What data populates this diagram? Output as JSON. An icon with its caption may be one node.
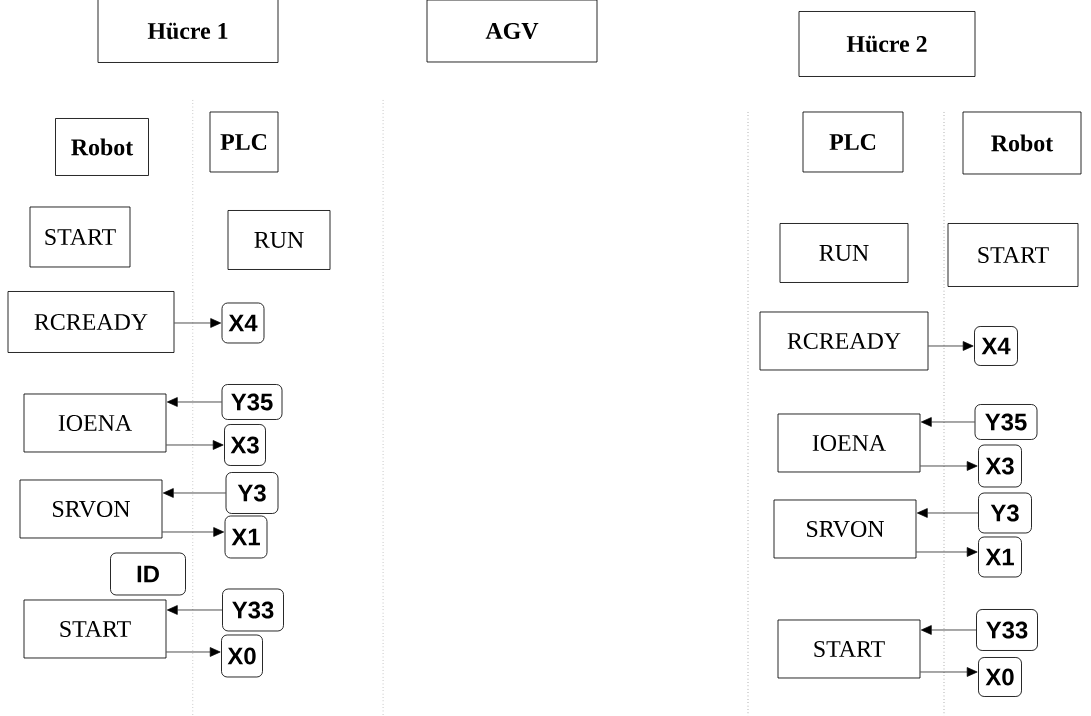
{
  "diagram": {
    "nodes": [
      {
        "text": [
          "Hücre 1"
        ]
      },
      {
        "text": [
          "AGV"
        ]
      },
      {
        "text": [
          "Hücre 2"
        ]
      },
      {
        "text": [
          "Robot"
        ]
      },
      {
        "text": [
          "PLC"
        ]
      },
      {
        "text": [
          "START"
        ]
      },
      {
        "text": [
          "RUN"
        ]
      },
      {
        "text": [
          "RCREADY"
        ]
      },
      {
        "text": [
          "X4"
        ]
      },
      {
        "text": [
          "IOENA"
        ]
      },
      {
        "text": [
          "Y35"
        ]
      },
      {
        "text": [
          "X3"
        ]
      },
      {
        "text": [
          "SRVON"
        ]
      },
      {
        "text": [
          "Y3"
        ]
      },
      {
        "text": [
          "X1"
        ]
      },
      {
        "text": [
          "ID"
        ]
      },
      {
        "text": [
          "Y33"
        ]
      },
      {
        "text": [
          "START"
        ]
      },
      {
        "text": [
          "X0"
        ]
      },
      {
        "text": [
          "PLC"
        ]
      },
      {
        "text": [
          "Robot"
        ]
      },
      {
        "text": [
          "RUN"
        ]
      },
      {
        "text": [
          "START"
        ]
      },
      {
        "text": [
          "RCREADY"
        ]
      },
      {
        "text": [
          "X4"
        ]
      },
      {
        "text": [
          "IOENA"
        ]
      },
      {
        "text": [
          "Y35"
        ]
      },
      {
        "text": [
          "X3"
        ]
      },
      {
        "text": [
          "SRVON"
        ]
      },
      {
        "text": [
          "Y3"
        ]
      },
      {
        "text": [
          "X1"
        ]
      },
      {
        "text": [
          "Y33"
        ]
      },
      {
        "text": [
          "START"
        ]
      },
      {
        "text": [
          "X0"
        ]
      }
    ],
    "edges": [
      {
        "from": 7,
        "to": 8,
        "arrow": "to"
      },
      {
        "from": 10,
        "to": 9,
        "arrow": "to"
      },
      {
        "from": 9,
        "to": 11,
        "arrow": "to"
      },
      {
        "from": 13,
        "to": 12,
        "arrow": "to"
      },
      {
        "from": 12,
        "to": 14,
        "arrow": "to"
      },
      {
        "from": 16,
        "to": 17,
        "arrow": "to"
      },
      {
        "from": 17,
        "to": 18,
        "arrow": "to"
      },
      {
        "from": 23,
        "to": 24,
        "arrow": "to"
      },
      {
        "from": 26,
        "to": 25,
        "arrow": "to"
      },
      {
        "from": 25,
        "to": 27,
        "arrow": "to"
      },
      {
        "from": 29,
        "to": 28,
        "arrow": "to"
      },
      {
        "from": 28,
        "to": 30,
        "arrow": "to"
      },
      {
        "from": 31,
        "to": 32,
        "arrow": "to"
      },
      {
        "from": 32,
        "to": 33,
        "arrow": "to"
      }
    ]
  }
}
